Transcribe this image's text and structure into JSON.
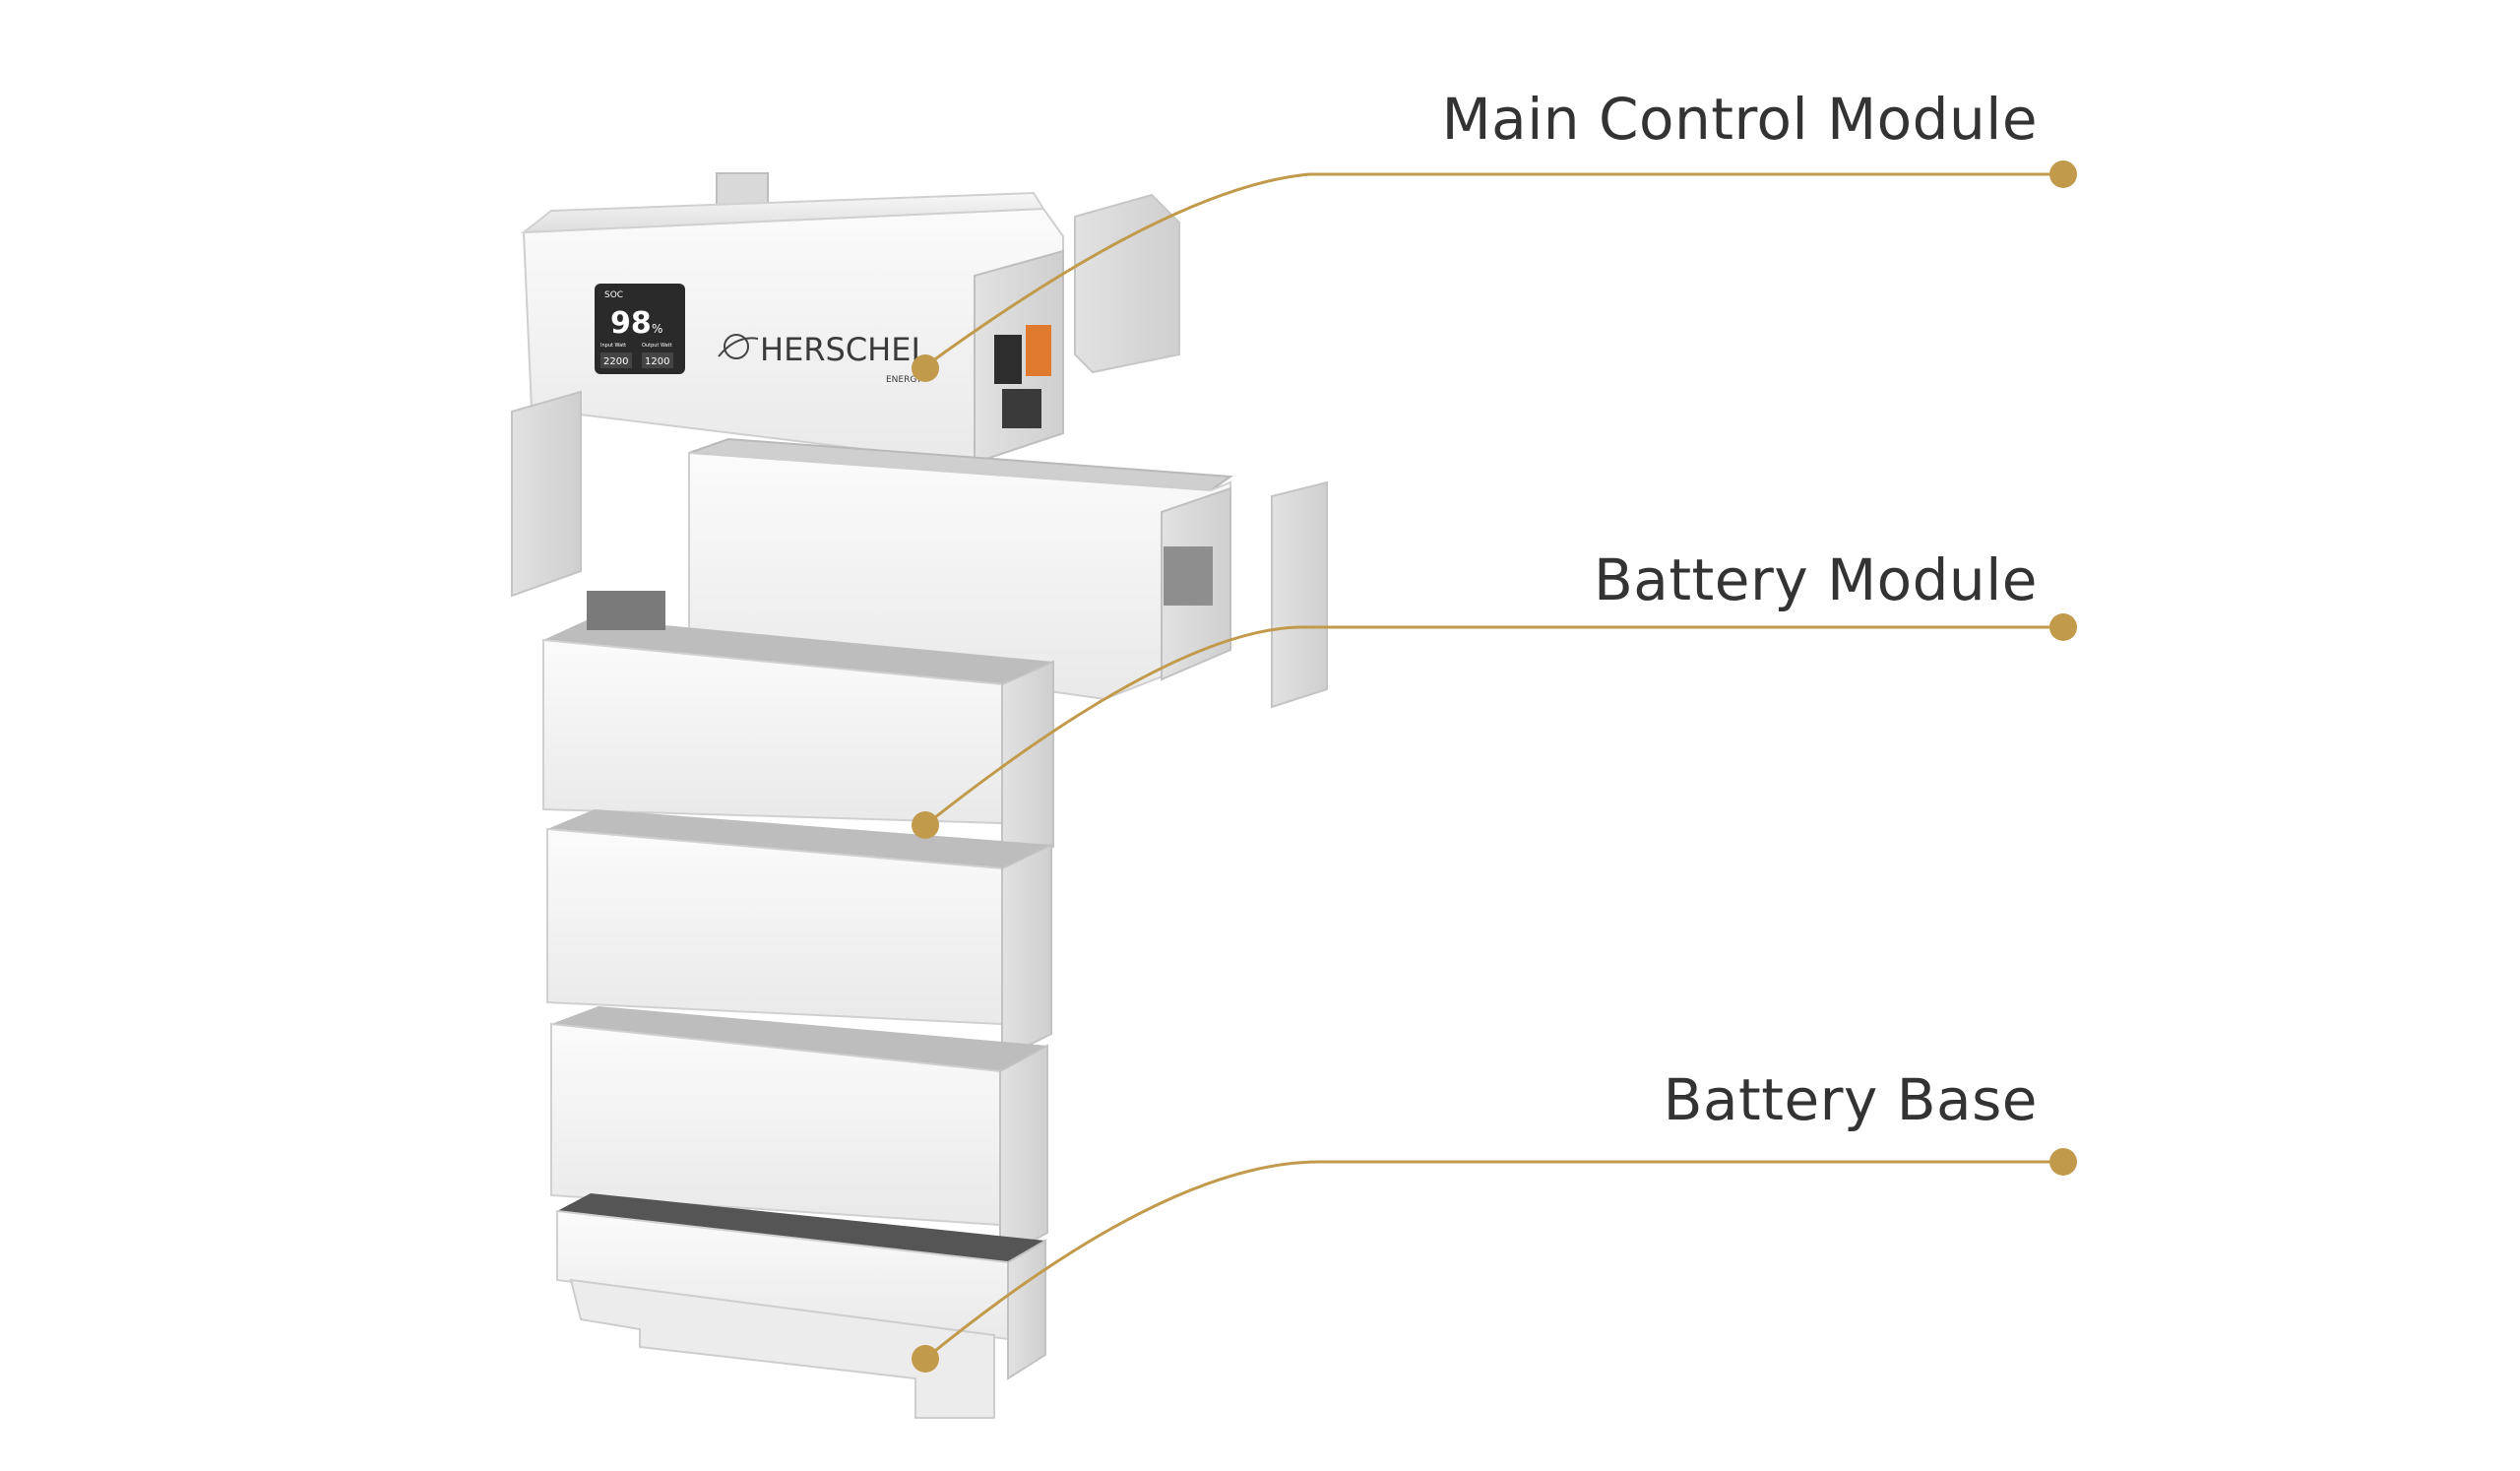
{
  "callouts": [
    {
      "id": "main_control_module",
      "label": "Main Control Module"
    },
    {
      "id": "battery_module",
      "label": "Battery Module"
    },
    {
      "id": "battery_base",
      "label": "Battery Base"
    }
  ],
  "device": {
    "brand": "HERSCHEL",
    "brand_sub": "ENERGY",
    "display": {
      "soc_label": "SOC",
      "soc_value": "98",
      "soc_unit": "%",
      "left_small_label": "Input Watt",
      "left_value": "2200",
      "right_small_label": "Output Watt",
      "right_value": "1200"
    }
  },
  "colors": {
    "accent_gold": "#C19A4B",
    "label_text": "#333333",
    "panel_white": "#F2F2F2",
    "panel_shadow": "#D6D6D6",
    "screen_bg": "#2A2A2A"
  }
}
